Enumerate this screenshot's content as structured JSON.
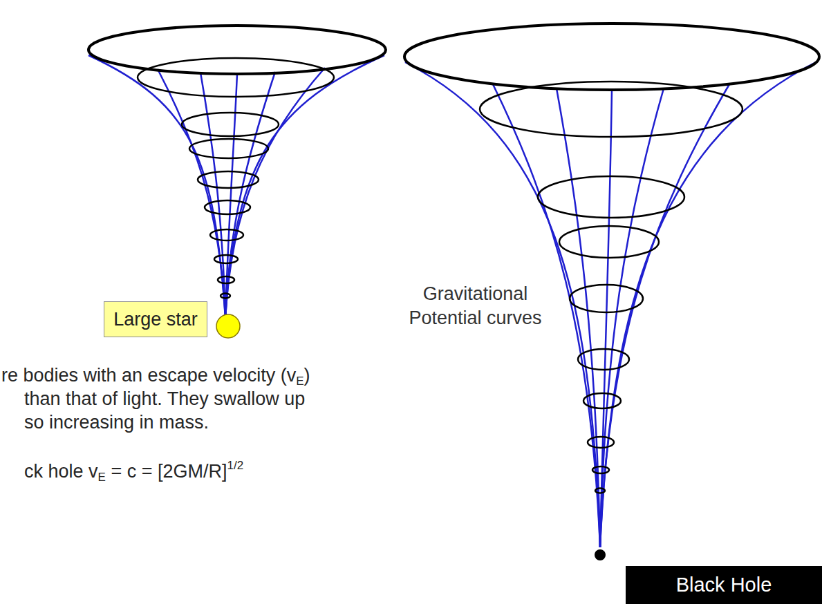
{
  "diagram": {
    "nodes": [
      {
        "text": [
          "Large star"
        ]
      },
      {
        "text": [
          "Black Hole"
        ]
      }
    ],
    "labels": [
      "Gravitational Potential curves",
      "re bodies with an escape velocity (v",
      "E",
      ")",
      "than that of light. They swallow up",
      "so increasing in mass.",
      "ck hole v",
      "E",
      " = c = [2GM/R]",
      "1/2"
    ]
  }
}
